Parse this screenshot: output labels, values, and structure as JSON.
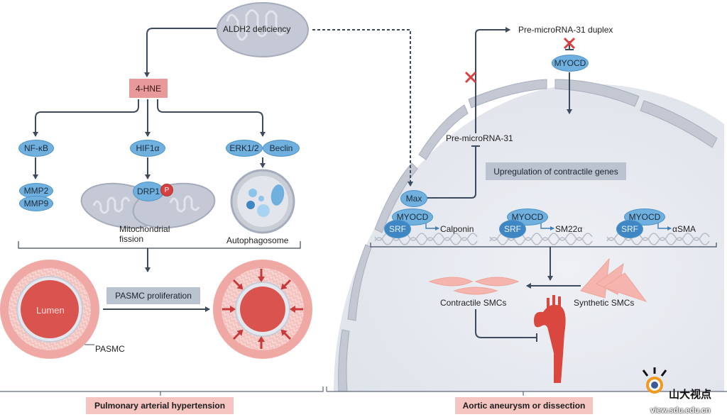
{
  "nodes": {
    "aldh2": "ALDH2 deficiency",
    "hne": "4-HNE",
    "nfkb": "NF-κB",
    "hif1a": "HIF1α",
    "erk": "ERK1/2",
    "beclin": "Beclin",
    "mmp2": "MMP2",
    "mmp9": "MMP9",
    "drp1": "DRP1",
    "phospho": "P",
    "mito_fission": "Mitochondrial\nfission",
    "mito_fission_l1": "Mitochondrial",
    "mito_fission_l2": "fission",
    "autophagosome": "Autophagosome",
    "pasmc_prolif": "PASMC proliferation",
    "lumen": "Lumen",
    "pasmc": "PASMC",
    "pre_duplex": "Pre-microRNA-31 duplex",
    "pre_mirna": "Pre-microRNA-31",
    "myocd": "MYOCD",
    "upreg": "Upregulation of contractile genes",
    "max": "Max",
    "srf": "SRF",
    "gene1": "Calponin",
    "gene2": "SM22α",
    "gene3": "αSMA",
    "contractile": "Contractile SMCs",
    "synthetic": "Synthetic SMCs"
  },
  "sections": {
    "left": "Pulmonary arterial hypertension",
    "right": "Aortic aneurysm or dissection"
  },
  "watermark": {
    "brand": "山大视点",
    "url": "view.sdu.edu.cn"
  },
  "colors": {
    "arrow": "#3e4a5e",
    "pill": "#6fb0de",
    "pill_dark": "#3f86c4",
    "hne": "#e89a9a",
    "section_label": "#f5c6c1",
    "grey_box": "#bcc3d0",
    "inhibit_x": "#d9403f",
    "vessel_red": "#d9534f",
    "cell_bg": "#e4e7ee"
  }
}
